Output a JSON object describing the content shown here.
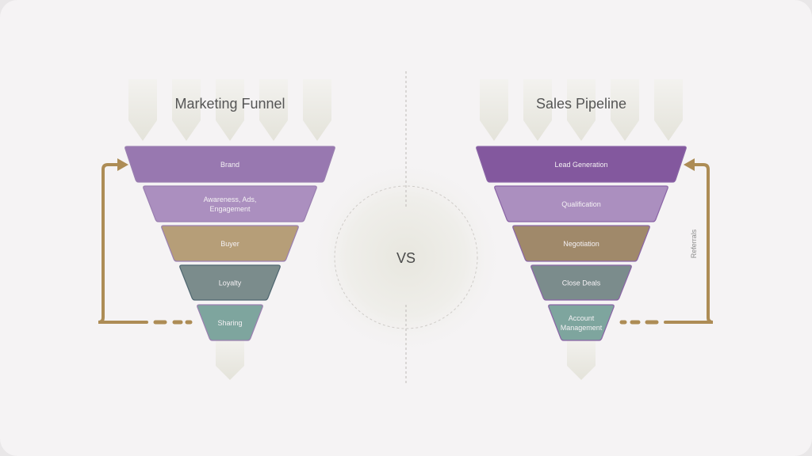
{
  "left": {
    "title": "Marketing Funnel",
    "layers": [
      {
        "label": [
          "Brand"
        ],
        "color": "#9878b0"
      },
      {
        "label": [
          "Awareness, Ads,",
          "Engagement"
        ],
        "color": "#ab8fbf"
      },
      {
        "label": [
          "Buyer"
        ],
        "color": "#b69e78"
      },
      {
        "label": [
          "Loyalty"
        ],
        "color": "#7b8c8c"
      },
      {
        "label": [
          "Sharing"
        ],
        "color": "#7ea59e"
      }
    ]
  },
  "right": {
    "title": "Sales Pipeline",
    "layers": [
      {
        "label": [
          "Lead Generation"
        ],
        "color": "#83589e"
      },
      {
        "label": [
          "Qualification"
        ],
        "color": "#ab8fbf"
      },
      {
        "label": [
          "Negotiation"
        ],
        "color": "#a0896a"
      },
      {
        "label": [
          "Close Deals"
        ],
        "color": "#7b8c8c"
      },
      {
        "label": [
          "Account",
          "Management"
        ],
        "color": "#7ea59e"
      }
    ],
    "loop_label": "Referrals"
  },
  "center": {
    "label": "VS"
  },
  "colors": {
    "loop": "#ad8c55",
    "arrow": "#e6e5dc",
    "border_left": "#9a7fb0",
    "border_right": "#8a64a6"
  }
}
